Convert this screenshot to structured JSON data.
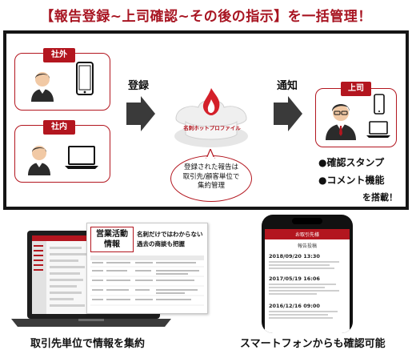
{
  "banner": {
    "title": "【報告登録~上司確認~その後の指示】を一括管理！"
  },
  "diagram": {
    "outside_label": "社外",
    "inside_label": "社内",
    "register_label": "登録",
    "notify_label": "通知",
    "boss_label": "上司",
    "cloud_brand": "名刺ホットプロファイル",
    "callout_lines": [
      "登録された報告は",
      "取引先/顧客単位で",
      "集約管理"
    ],
    "features": [
      "●確認スタンプ",
      "●コメント機能"
    ],
    "features_suffix": "を搭載！"
  },
  "left_panel": {
    "popup_title_line1": "営業活動",
    "popup_title_line2": "情報",
    "popup_note_line1": "名刺だけではわからない",
    "popup_note_line2": "過去の商談も把握",
    "caption": "取引先単位で情報を集約"
  },
  "right_panel": {
    "phone_header": "お取引先様",
    "phone_section": "報告投稿",
    "entries": [
      {
        "date": "2018/09/20 13:30"
      },
      {
        "date": "2017/05/19 16:06"
      },
      {
        "date": "2016/12/16 09:00"
      }
    ],
    "caption": "スマートフォンからも確認可能"
  },
  "colors": {
    "accent": "#b3161f",
    "frame": "#151515",
    "arrow": "#3a3a3a"
  }
}
